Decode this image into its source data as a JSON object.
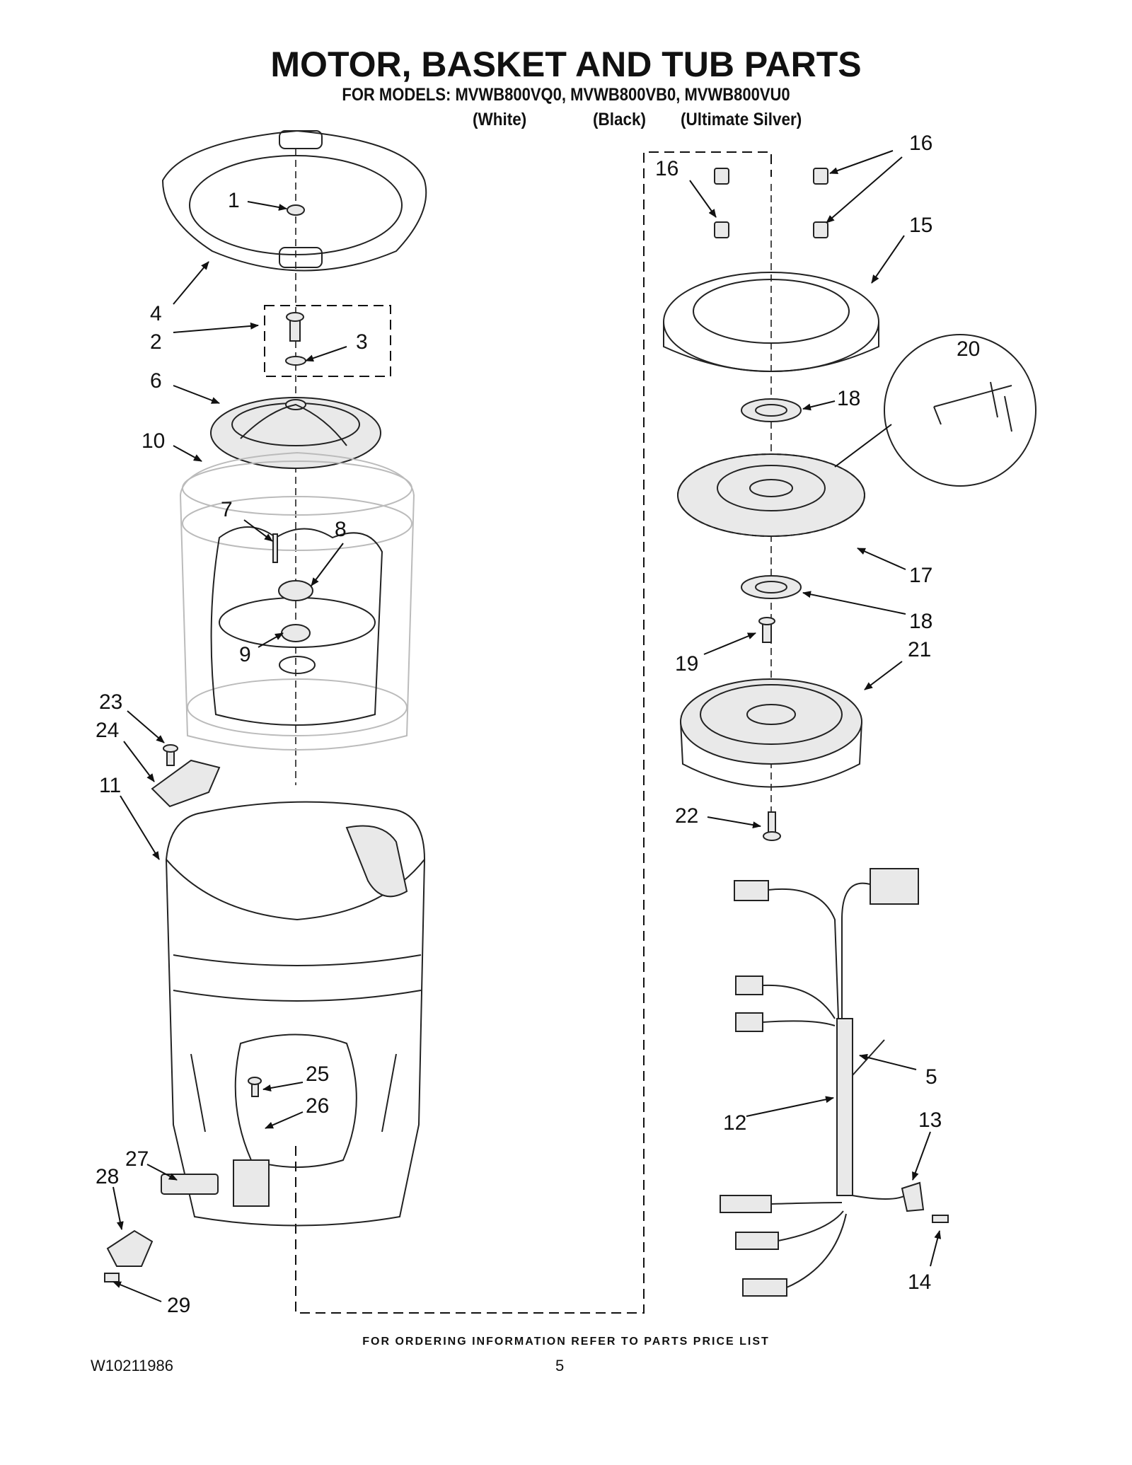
{
  "header": {
    "title": "MOTOR, BASKET AND TUB PARTS",
    "subtitle": "FOR MODELS: MVWB800VQ0, MVWB800VB0, MVWB800VU0",
    "variants": [
      "(White)",
      "(Black)",
      "(Ultimate Silver)"
    ]
  },
  "callouts": {
    "c1": "1",
    "c2": "2",
    "c3": "3",
    "c4": "4",
    "c5": "5",
    "c6": "6",
    "c7": "7",
    "c8": "8",
    "c9": "9",
    "c10": "10",
    "c11": "11",
    "c12": "12",
    "c13": "13",
    "c14": "14",
    "c15": "15",
    "c16a": "16",
    "c16b": "16",
    "c17": "17",
    "c18a": "18",
    "c18b": "18",
    "c19": "19",
    "c20": "20",
    "c21": "21",
    "c22": "22",
    "c23": "23",
    "c24": "24",
    "c25": "25",
    "c26": "26",
    "c27": "27",
    "c28": "28",
    "c29": "29"
  },
  "footer": {
    "note": "FOR ORDERING INFORMATION REFER TO PARTS PRICE LIST",
    "doc_number": "W10211986",
    "page_number": "5"
  }
}
